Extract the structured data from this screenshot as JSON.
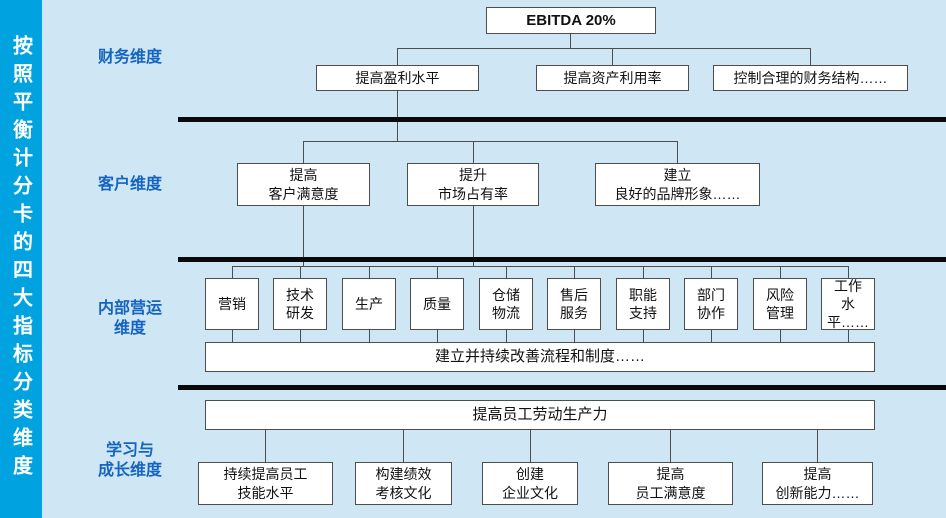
{
  "sidebar": {
    "vertical_title": "按照平衡计分卡的四大指标分类维度"
  },
  "dimensions": {
    "financial": "财务维度",
    "customer": "客户维度",
    "internal": "内部营运\n维度",
    "learning": "学习与\n成长维度"
  },
  "financial": {
    "root": "EBITDA 20%",
    "children": [
      "提高盈利水平",
      "提高资产利用率",
      "控制合理的财务结构……"
    ]
  },
  "customer": {
    "nodes": [
      "提高\n客户满意度",
      "提升\n市场占有率",
      "建立\n良好的品牌形象……"
    ]
  },
  "internal": {
    "nodes": [
      "营销",
      "技术\n研发",
      "生产",
      "质量",
      "仓储\n物流",
      "售后\n服务",
      "职能\n支持",
      "部门\n协作",
      "风险\n管理",
      "工作\n水平……"
    ],
    "process": "建立并持续改善流程和制度……"
  },
  "learning": {
    "productivity": "提高员工劳动生产力",
    "nodes": [
      "持续提高员工\n技能水平",
      "构建绩效\n考核文化",
      "创建\n企业文化",
      "提高\n员工满意度",
      "提高\n创新能力……"
    ]
  },
  "colors": {
    "background": "#cfe6f4",
    "sidebar": "#00a3e0",
    "dimension_label": "#1565c0",
    "box_border": "#4d4d4d",
    "connector": "#4d4d4d",
    "divider": "#0a0a0a"
  }
}
